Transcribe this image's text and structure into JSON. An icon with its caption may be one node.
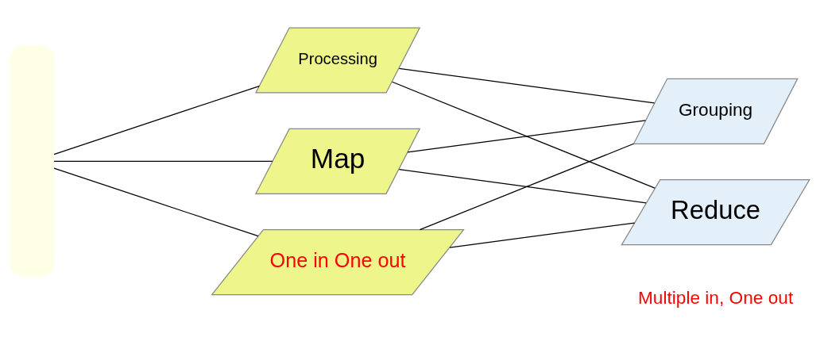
{
  "diagram": {
    "nodes": [
      {
        "text": [],
        "shape": "box"
      },
      {
        "text": [
          "Processing"
        ]
      },
      {
        "text": [
          "Map"
        ]
      },
      {
        "text": [
          "One in One out"
        ]
      },
      {
        "text": [
          "Grouping"
        ]
      },
      {
        "text": [
          "Reduce"
        ]
      }
    ],
    "edges": [
      {
        "from": 0,
        "to": 1,
        "arrow": "none"
      },
      {
        "from": 0,
        "to": 2,
        "arrow": "none"
      },
      {
        "from": 0,
        "to": 3,
        "arrow": "none"
      },
      {
        "from": 1,
        "to": 4,
        "arrow": "none"
      },
      {
        "from": 1,
        "to": 5,
        "arrow": "none"
      },
      {
        "from": 2,
        "to": 4,
        "arrow": "none"
      },
      {
        "from": 2,
        "to": 5,
        "arrow": "none"
      },
      {
        "from": 3,
        "to": 4,
        "arrow": "none"
      },
      {
        "from": 3,
        "to": 5,
        "arrow": "none"
      }
    ],
    "labels": [
      "Multiple in, One out"
    ]
  }
}
